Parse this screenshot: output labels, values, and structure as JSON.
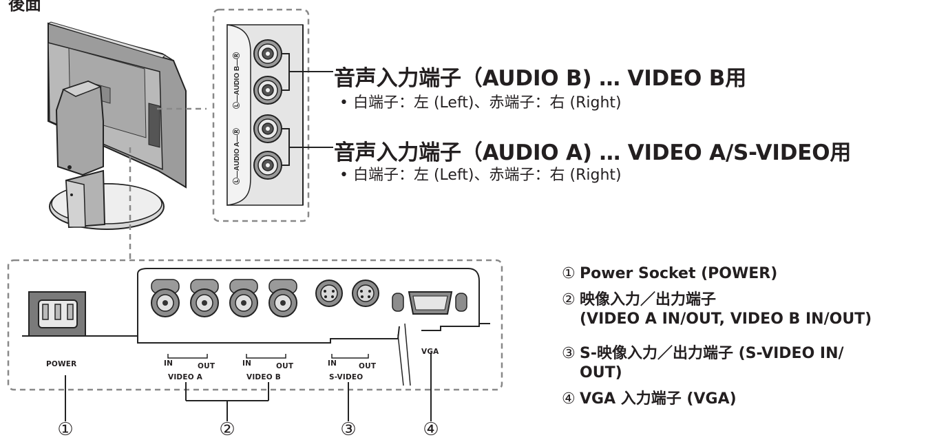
{
  "page_title": "後面",
  "audio_b": {
    "heading": "音声入力端子（AUDIO B) … VIDEO B用",
    "note": "• 白端子：左 (Left)、赤端子：右 (Right)"
  },
  "audio_a": {
    "heading": "音声入力端子（AUDIO A) … VIDEO A/S-VIDEO用",
    "note": "• 白端子：左 (Left)、赤端子：右 (Right)"
  },
  "jack_panel_labels": {
    "audio_b": "Ⓛ—AUDIO B—Ⓡ",
    "audio_a": "Ⓛ—AUDIO A—Ⓡ"
  },
  "connector_panel": {
    "power_label": "POWER",
    "vga_label": "VGA",
    "video_a": {
      "in": "IN",
      "out": "OUT",
      "name": "VIDEO A"
    },
    "video_b": {
      "in": "IN",
      "out": "OUT",
      "name": "VIDEO B"
    },
    "s_video": {
      "in": "IN",
      "out": "OUT",
      "name": "S-VIDEO"
    }
  },
  "callouts": [
    "①",
    "②",
    "③",
    "④"
  ],
  "legend": {
    "item1": {
      "num": "①",
      "text": "Power Socket (POWER)"
    },
    "item2": {
      "num": "②",
      "line1": "映像入力／出力端子",
      "line2": "(VIDEO A IN/OUT, VIDEO B IN/OUT)"
    },
    "item3": {
      "num": "③",
      "line1": "S-映像入力／出力端子 (S-VIDEO IN/",
      "line2": "OUT)"
    },
    "item4": {
      "num": "④",
      "text": "VGA 入力端子 (VGA)"
    }
  }
}
